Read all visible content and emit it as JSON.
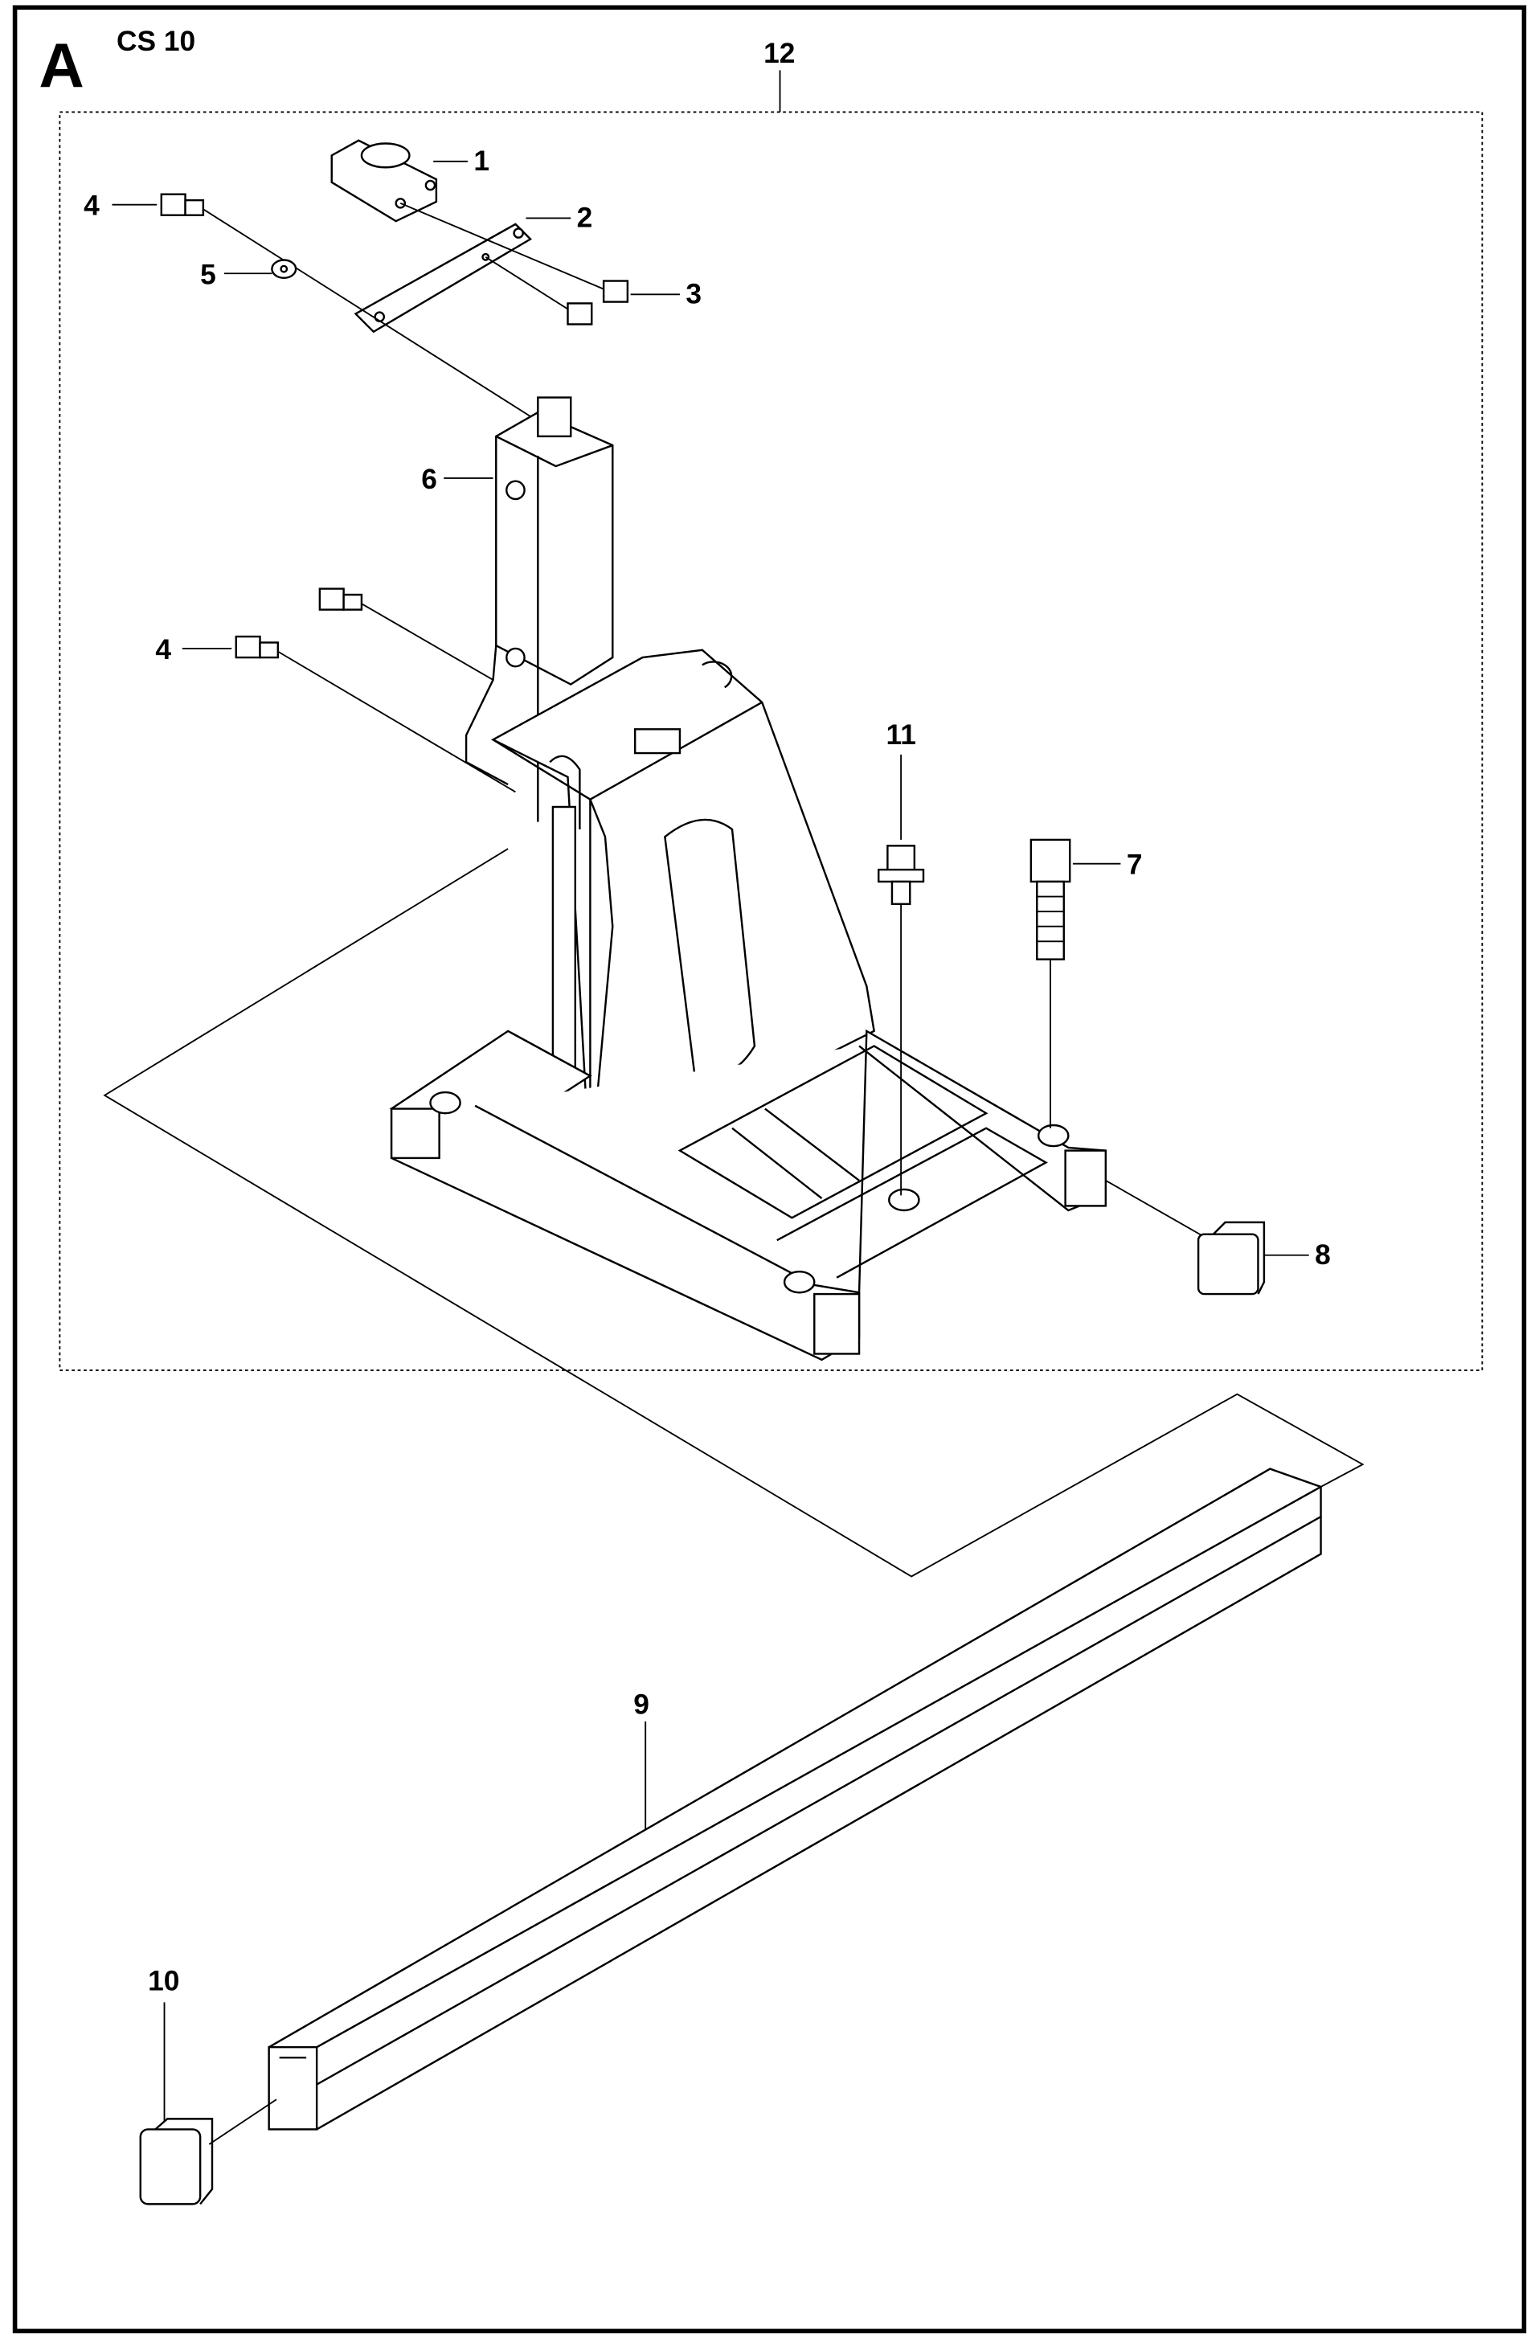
{
  "header": {
    "section_letter": "A",
    "model": "CS 10"
  },
  "callouts": {
    "c1": "1",
    "c2": "2",
    "c3": "3",
    "c4a": "4",
    "c4b": "4",
    "c5": "5",
    "c6": "6",
    "c7": "7",
    "c8": "8",
    "c9": "9",
    "c10": "10",
    "c11": "11",
    "c12": "12"
  }
}
